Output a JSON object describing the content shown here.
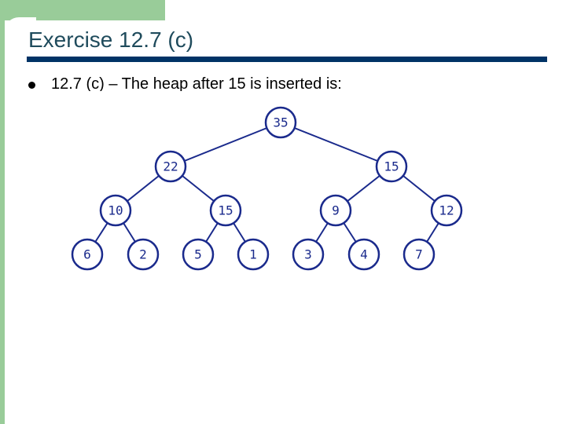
{
  "slide": {
    "title": "Exercise 12.7 (c)",
    "bullet": "12.7 (c) – The heap after 15 is inserted is:"
  },
  "heap": {
    "nodes": [
      "35",
      "22",
      "15",
      "10",
      "15",
      "9",
      "12",
      "6",
      "2",
      "5",
      "1",
      "3",
      "4",
      "7"
    ]
  },
  "colors": {
    "accent_green": "#99cc99",
    "title_rule": "#003366",
    "title_text": "#1f4b5c",
    "node_stroke": "#1a2a8c"
  }
}
